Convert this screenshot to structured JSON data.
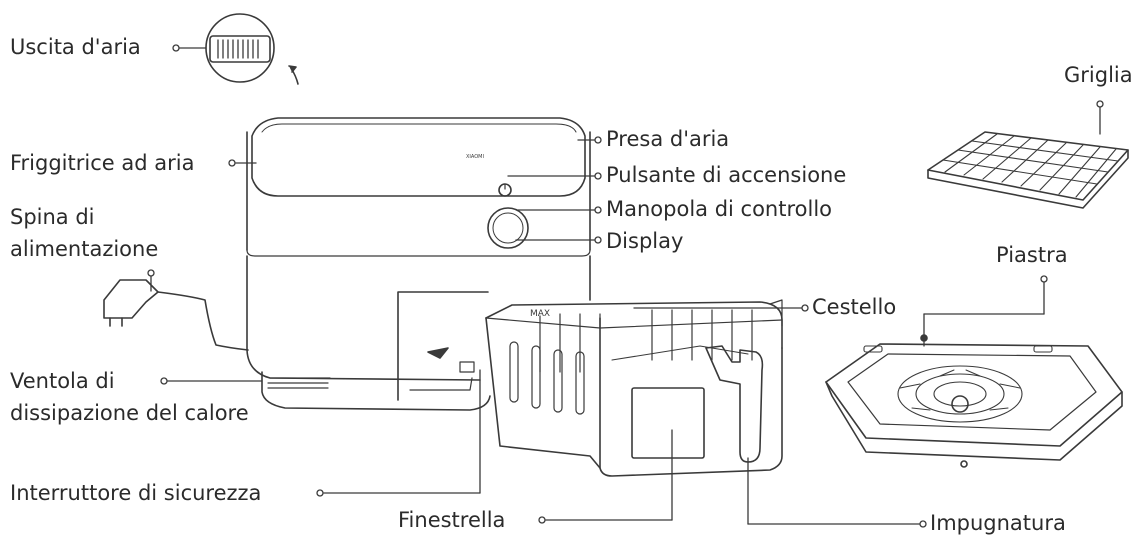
{
  "labels": {
    "uscita": "Uscita d'aria",
    "friggitrice": "Friggitrice ad aria",
    "spina_line1": "Spina di",
    "spina_line2": "alimentazione",
    "ventola_line1": "Ventola di",
    "ventola_line2": "dissipazione del calore",
    "interruttore": "Interruttore di sicurezza",
    "finestrella": "Finestrella",
    "presa": "Presa d'aria",
    "pulsante": "Pulsante di accensione",
    "manopola": "Manopola di controllo",
    "display": "Display",
    "cestello": "Cestello",
    "impugnatura": "Impugnatura",
    "griglia": "Griglia",
    "piastra": "Piastra"
  },
  "device": {
    "basket_mark": "MAX",
    "lid_brand": "XIAOMI"
  },
  "colors": {
    "line": "#3a3a3a",
    "text": "#2b2b2b",
    "fill": "#ffffff"
  }
}
